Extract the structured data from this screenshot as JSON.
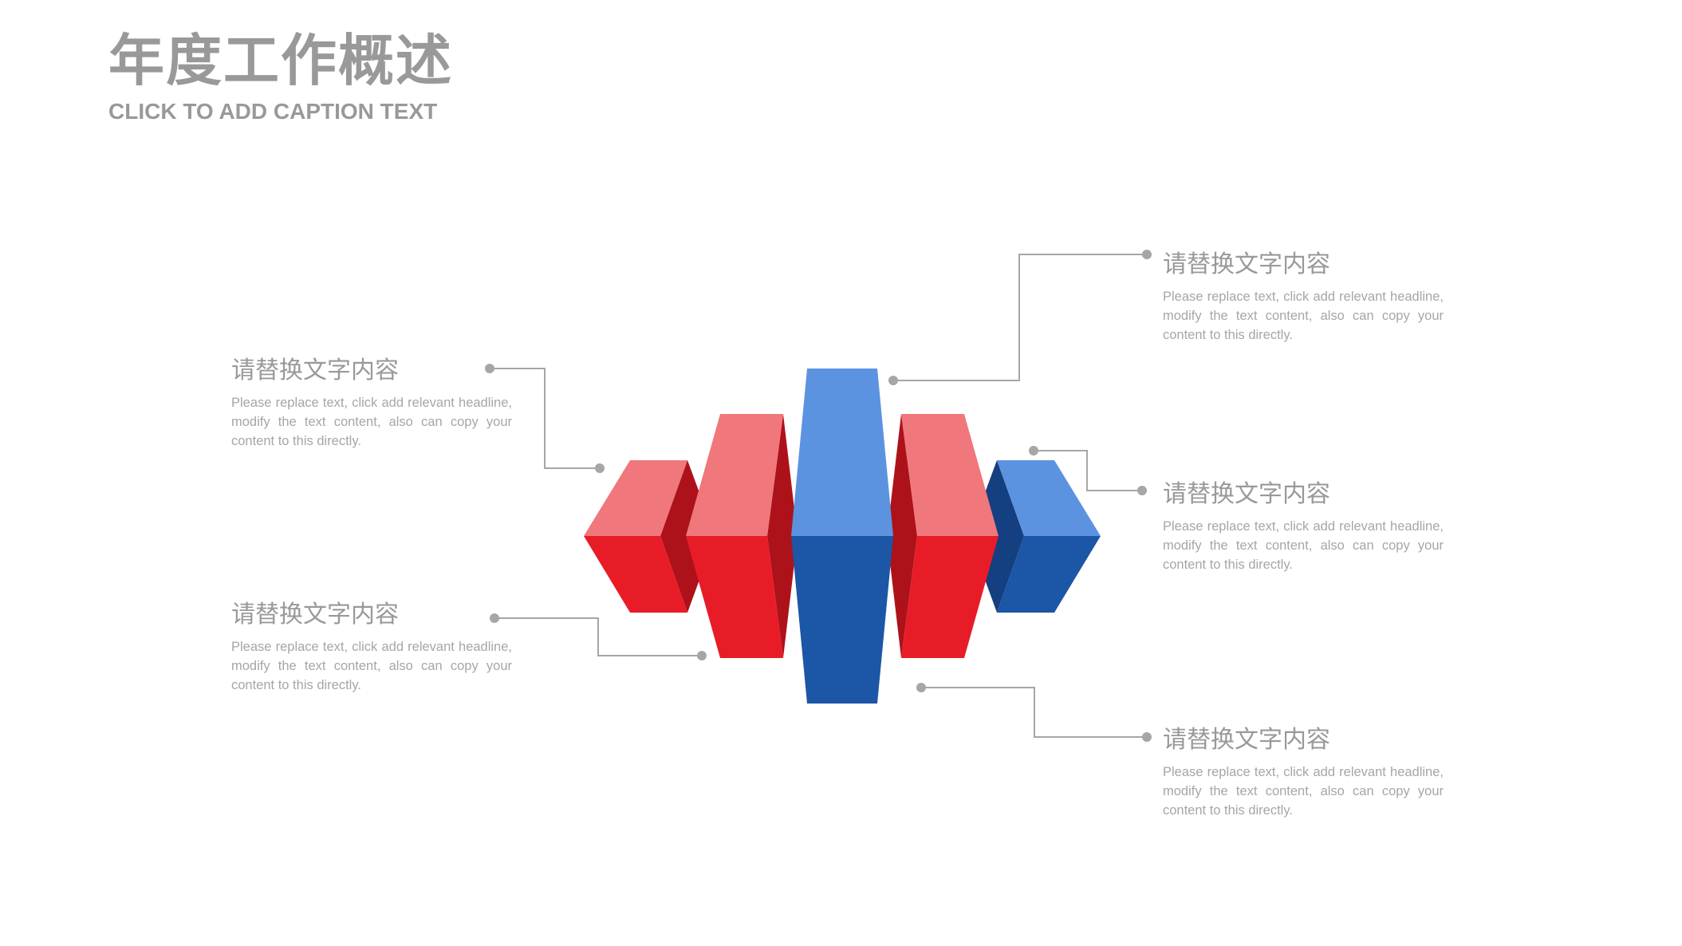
{
  "header": {
    "title": "年度工作概述",
    "subtitle": "CLICK TO ADD CAPTION TEXT"
  },
  "colors": {
    "red_front": "#E81C27",
    "red_top": "#F0777C",
    "red_side": "#AD121B",
    "blue_front": "#1C56A6",
    "blue_top": "#5C93E0",
    "blue_side": "#143F80",
    "connector": "#a6a6a6",
    "text": "#999999"
  },
  "blocks": [
    {
      "title": "请替换文字内容",
      "body": "Please replace text, click add relevant headline, modify the text content, also can copy your content to this directly."
    },
    {
      "title": "请替换文字内容",
      "body": "Please replace text, click add relevant headline, modify the text content, also can copy your content to this directly."
    },
    {
      "title": "请替换文字内容",
      "body": "Please replace text, click add relevant headline, modify the text content, also can copy your content to this directly."
    },
    {
      "title": "请替换文字内容",
      "body": "Please replace text, click add relevant headline, modify the text content, also can copy your content to this directly."
    },
    {
      "title": "请替换文字内容",
      "body": "Please replace text, click add relevant headline, modify the text content, also can copy your content to this directly."
    }
  ]
}
